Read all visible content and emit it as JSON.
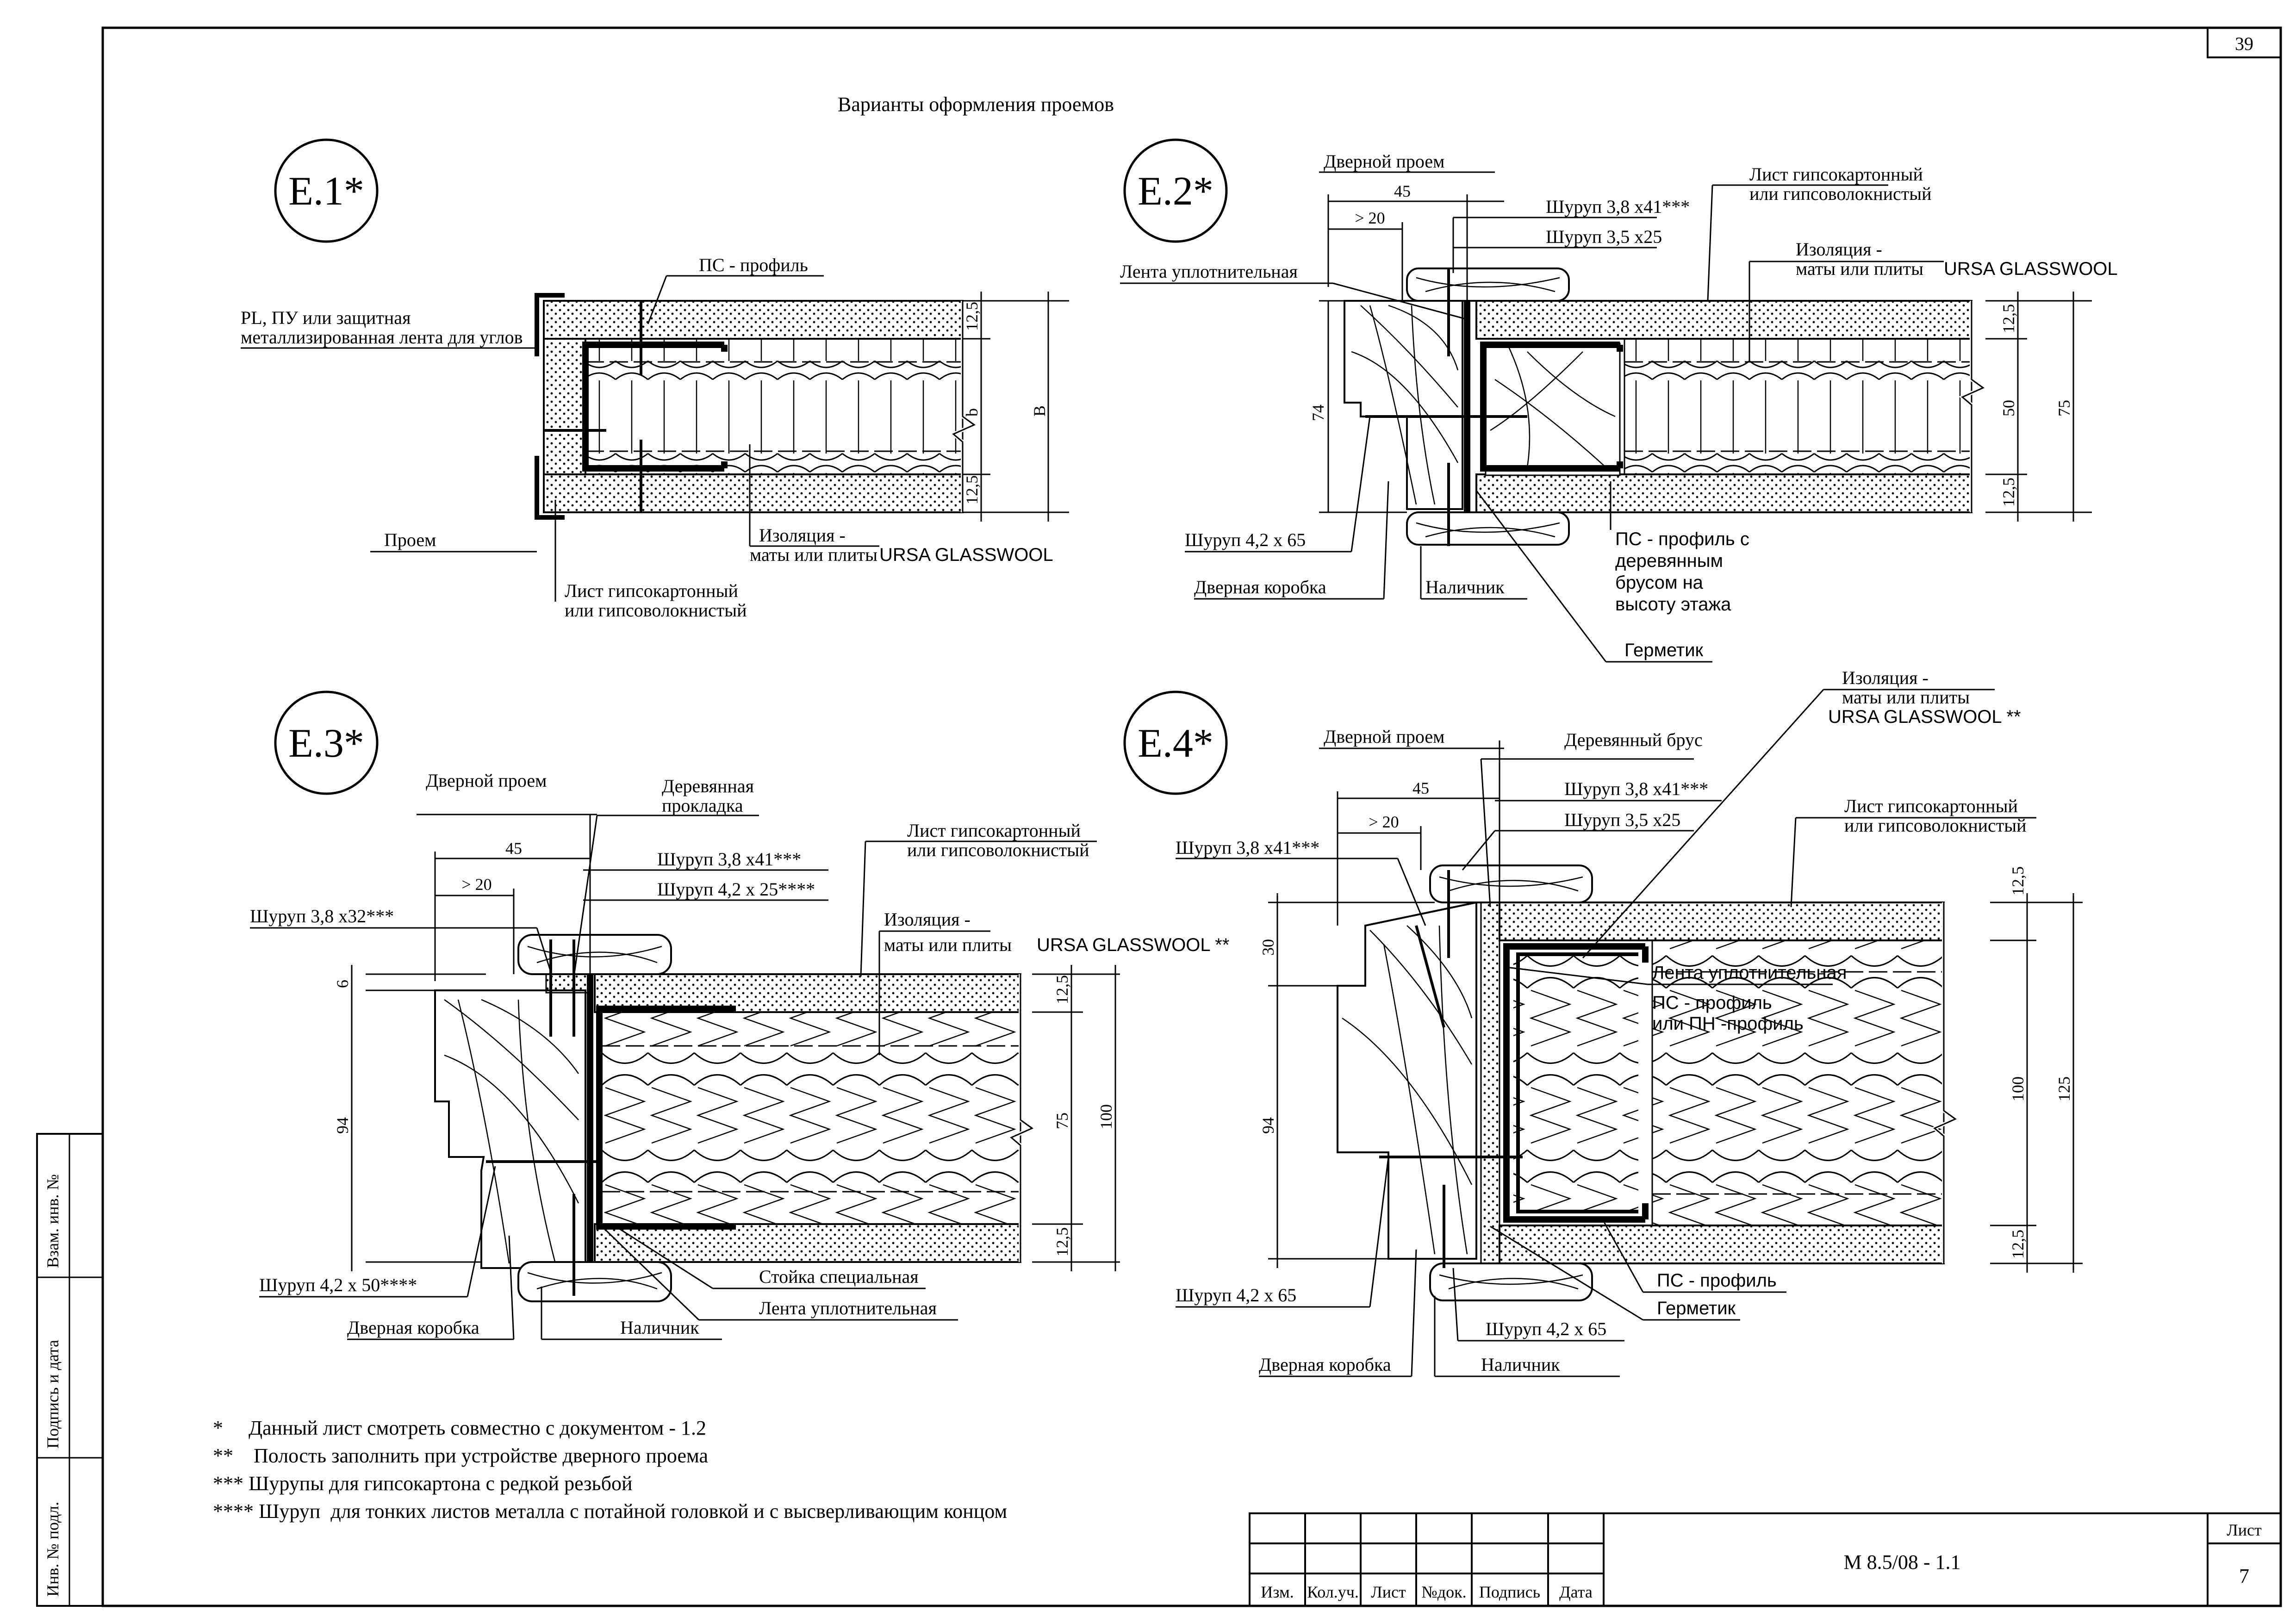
{
  "page_number": "39",
  "title": "Варианты оформления проемов",
  "e1": {
    "tag": "E.1*",
    "ps_profile": "ПС - профиль",
    "corner_tape_1": "PL, ПУ или защитная",
    "corner_tape_2": "металлизированная лента для углов",
    "opening": "Проем",
    "insulation_1": "Изоляция -",
    "insulation_2": "маты или плиты",
    "insulation_brand": "URSA GLASSWOOL",
    "sheet_1": "Лист гипсокартонный",
    "sheet_2": "или гипсоволокнистый",
    "dim_top": "12,5",
    "dim_bottom": "12,5",
    "dim_b": "b",
    "dim_B": "B"
  },
  "e2": {
    "tag": "E.2*",
    "door_opening": "Дверной проем",
    "dim_45": "45",
    "dim_gt20": "> 20",
    "screw_41": "Шуруп 3,8 х41***",
    "screw_25": "Шуруп 3,5 х25",
    "sheet_1": "Лист гипсокартонный",
    "sheet_2": "или гипсоволокнистый",
    "insulation_1": "Изоляция -",
    "insulation_2": "маты или плиты",
    "insulation_brand": "URSA GLASSWOOL",
    "seal_tape": "Лента уплотнительная",
    "dim_74": "74",
    "dim_top": "12,5",
    "dim_50": "50",
    "dim_75": "75",
    "dim_bottom": "12,5",
    "screw_65": "Шуруп 4,2 х 65",
    "door_frame": "Дверная коробка",
    "casing": "Наличник",
    "ps_wood_1": "ПС - профиль с",
    "ps_wood_2": "деревянным",
    "ps_wood_3": "брусом на",
    "ps_wood_4": "высоту этажа",
    "sealant": "Герметик"
  },
  "e3": {
    "tag": "E.3*",
    "door_opening": "Дверной проем",
    "wood_pad_1": "Деревянная",
    "wood_pad_2": "прокладка",
    "dim_45": "45",
    "dim_gt20": "> 20",
    "screw_41": "Шуруп 3,8 х41***",
    "screw_4225": "Шуруп 4,2 х 25****",
    "screw_32": "Шуруп 3,8 х32***",
    "sheet_1": "Лист гипсокартонный",
    "sheet_2": "или гипсоволокнистый",
    "insulation_1": "Изоляция -",
    "insulation_2": "маты или плиты",
    "insulation_brand": "URSA GLASSWOOL **",
    "dim_6": "6",
    "dim_94": "94",
    "dim_top": "12,5",
    "dim_75": "75",
    "dim_100": "100",
    "dim_bottom": "12,5",
    "screw_50": "Шуруп 4,2 х 50****",
    "door_frame": "Дверная коробка",
    "casing": "Наличник",
    "stud": "Стойка специальная",
    "seal_tape": "Лента уплотнительная"
  },
  "e4": {
    "tag": "E.4*",
    "door_opening": "Дверной проем",
    "wood_beam": "Деревянный брус",
    "insulation_1": "Изоляция -",
    "insulation_2": "маты или плиты",
    "insulation_brand": "URSA GLASSWOOL **",
    "dim_45": "45",
    "dim_gt20": "> 20",
    "screw_41a": "Шуруп 3,8 х41***",
    "screw_41b": "Шуруп 3,8 х41***",
    "screw_25": "Шуруп 3,5 х25",
    "sheet_1": "Лист гипсокартонный",
    "sheet_2": "или гипсоволокнистый",
    "dim_30": "30",
    "dim_94": "94",
    "dim_top": "12,5",
    "dim_100": "100",
    "dim_125": "125",
    "dim_bottom": "12,5",
    "seal_tape": "Лента уплотнительная",
    "ps_pn_1": "ПС - профиль",
    "ps_pn_2": "или ПН -профиль",
    "ps_profile": "ПС - профиль",
    "sealant": "Герметик",
    "screw_65": "Шуруп 4,2 х 65",
    "screw_4265": "Шуруп 4,2 х 65",
    "door_frame": "Дверная коробка",
    "casing": "Наличник"
  },
  "notes": [
    "*     Данный лист смотреть совместно с документом - 1.2",
    "**    Полость заполнить при устройстве дверного проема",
    "*** Шурупы для гипсокартона с редкой резьбой",
    "**** Шуруп  для тонких листов металла с потайной головкой и с высверливающим концом"
  ],
  "side_stamp": [
    "Взам. инв. №",
    "Подпись и дата",
    "Инв. № подл."
  ],
  "title_block": {
    "cols": [
      "Изм.",
      "Кол.уч.",
      "Лист",
      "№док.",
      "Подпись",
      "Дата"
    ],
    "code": "М 8.5/08 - 1.1",
    "sheet_label": "Лист",
    "sheet_no": "7"
  }
}
